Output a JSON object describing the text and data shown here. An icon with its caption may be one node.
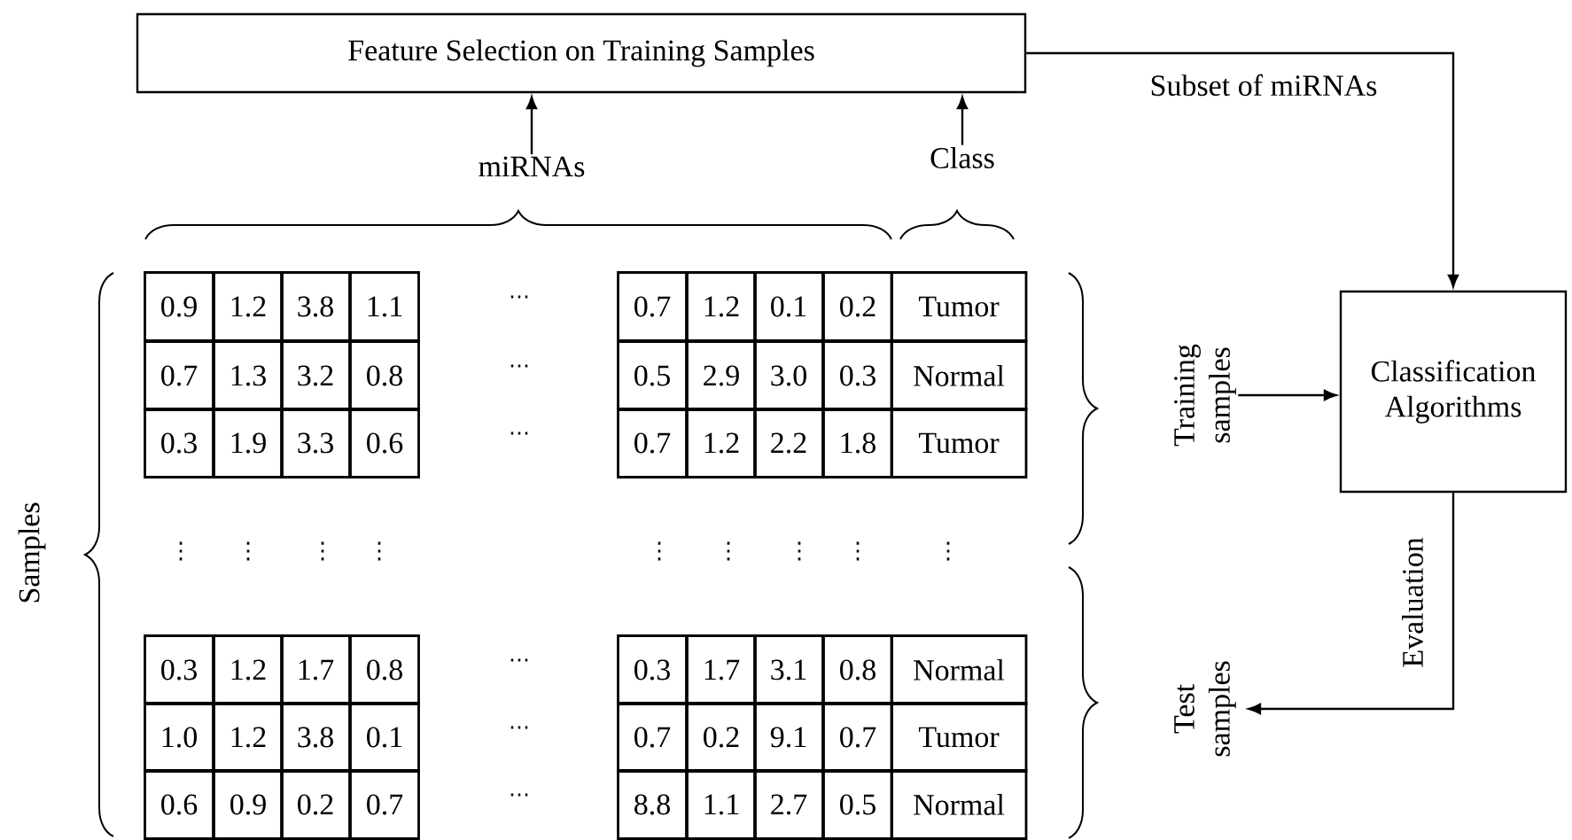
{
  "diagram": {
    "nodes": [
      {
        "text": [
          "Feature Selection on Training Samples"
        ]
      },
      {
        "text": [
          "miRNAs"
        ]
      },
      {
        "text": [
          "Class"
        ]
      },
      {
        "text": [
          "Classification Algorithms"
        ]
      },
      {
        "text": [
          "Training samples"
        ]
      },
      {
        "text": [
          "Test samples"
        ]
      }
    ],
    "edges": [
      {
        "from": 0,
        "to": 3,
        "arrow": "to",
        "label": "Subset of miRNAs"
      },
      {
        "from": 1,
        "to": 0,
        "arrow": "to"
      },
      {
        "from": 2,
        "to": 0,
        "arrow": "to"
      },
      {
        "from": 4,
        "to": 3,
        "arrow": "to"
      },
      {
        "from": 3,
        "to": 5,
        "arrow": "to",
        "label": "Evaluation"
      }
    ],
    "labels": [
      "0.9",
      "1.2",
      "3.8",
      "1.1",
      "⋯",
      "0.7",
      "1.2",
      "0.1",
      "0.2",
      "Tumor",
      "0.7",
      "1.3",
      "3.2",
      "0.8",
      "⋯",
      "0.5",
      "2.9",
      "3.0",
      "0.3",
      "Normal",
      "0.3",
      "1.9",
      "3.3",
      "0.6",
      "⋯",
      "0.7",
      "1.2",
      "2.2",
      "1.8",
      "Tumor",
      "⋮",
      "⋮",
      "⋮",
      "⋮",
      "⋮",
      "⋮",
      "⋮",
      "⋮",
      "⋮",
      "0.3",
      "1.2",
      "1.7",
      "0.8",
      "⋯",
      "0.3",
      "1.7",
      "3.1",
      "0.8",
      "Normal",
      "1.0",
      "1.2",
      "3.8",
      "0.1",
      "⋯",
      "0.7",
      "0.2",
      "9.1",
      "0.7",
      "Tumor",
      "0.6",
      "0.9",
      "0.2",
      "0.7",
      "⋯",
      "8.8",
      "1.1",
      "2.7",
      "0.5",
      "Normal",
      "Samples"
    ]
  }
}
